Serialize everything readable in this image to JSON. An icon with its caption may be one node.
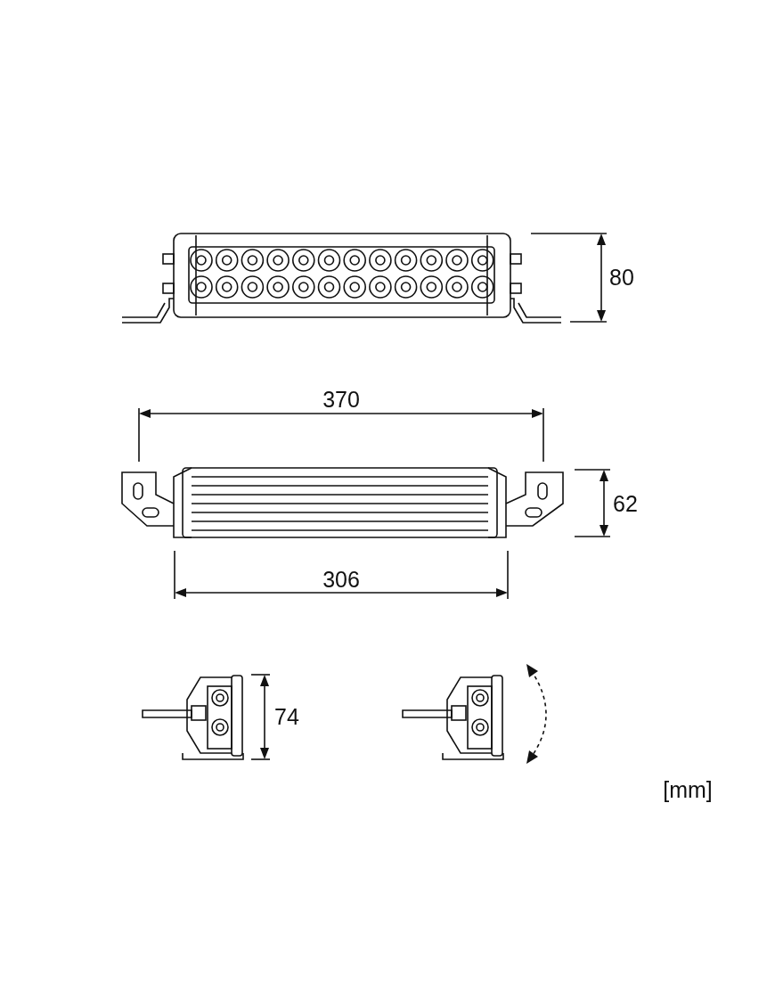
{
  "diagram": {
    "labels": [
      "80",
      "370",
      "62",
      "306",
      "74",
      "[mm]"
    ]
  }
}
